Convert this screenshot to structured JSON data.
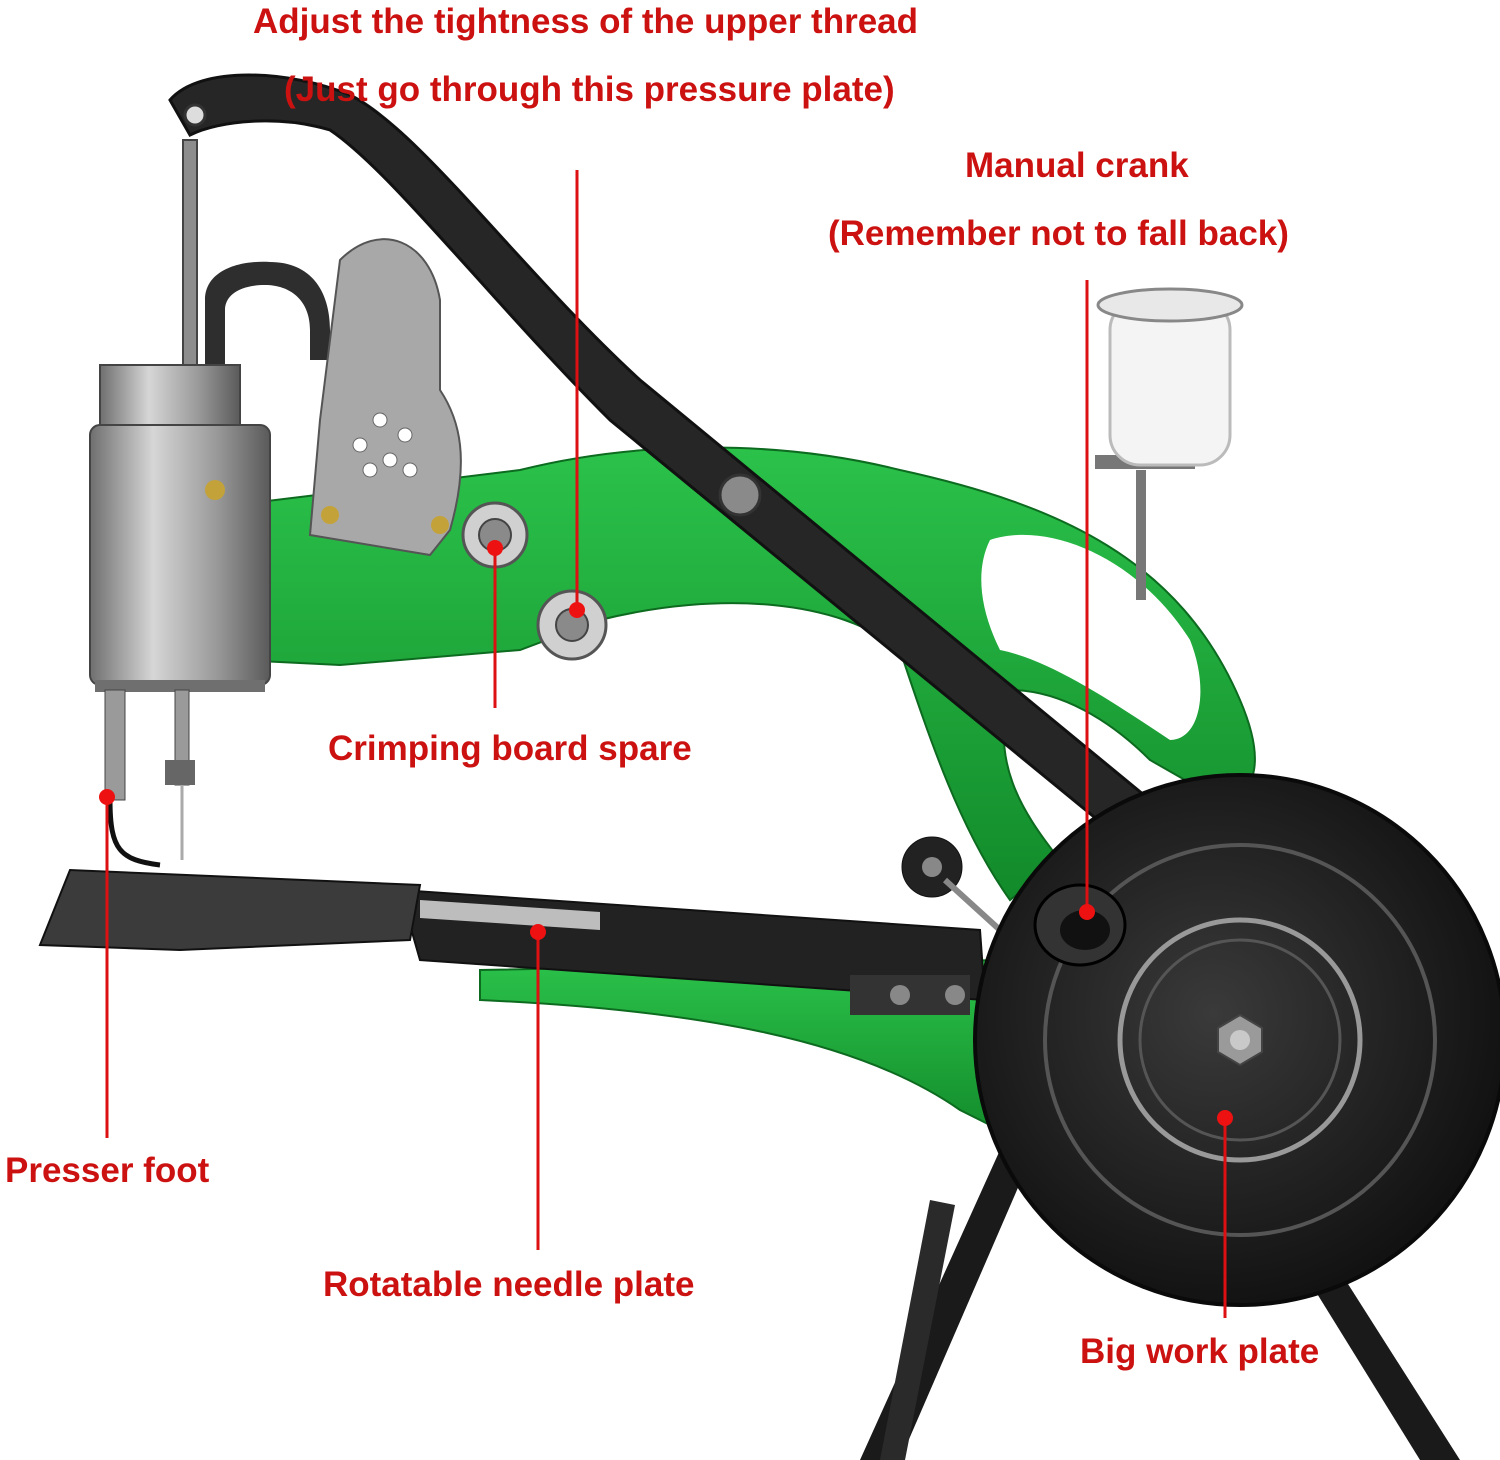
{
  "diagram": {
    "labels": {
      "upper_thread_line1": "Adjust the tightness of the upper thread",
      "upper_thread_line2": "(Just go through this pressure plate)",
      "manual_crank_line1": "Manual crank",
      "manual_crank_line2": "(Remember not to fall back)",
      "crimping_board": "Crimping board spare",
      "presser_foot": "Presser foot",
      "needle_plate": "Rotatable needle plate",
      "work_plate": "Big work plate"
    },
    "colors": {
      "label_text": "#cc1111",
      "leader_line": "#dd1111",
      "machine_body": "#1ea83a",
      "metal_arm": "#2a2a2a",
      "steel": "#9a9a9a",
      "wheel": "#1c1c1c"
    }
  }
}
